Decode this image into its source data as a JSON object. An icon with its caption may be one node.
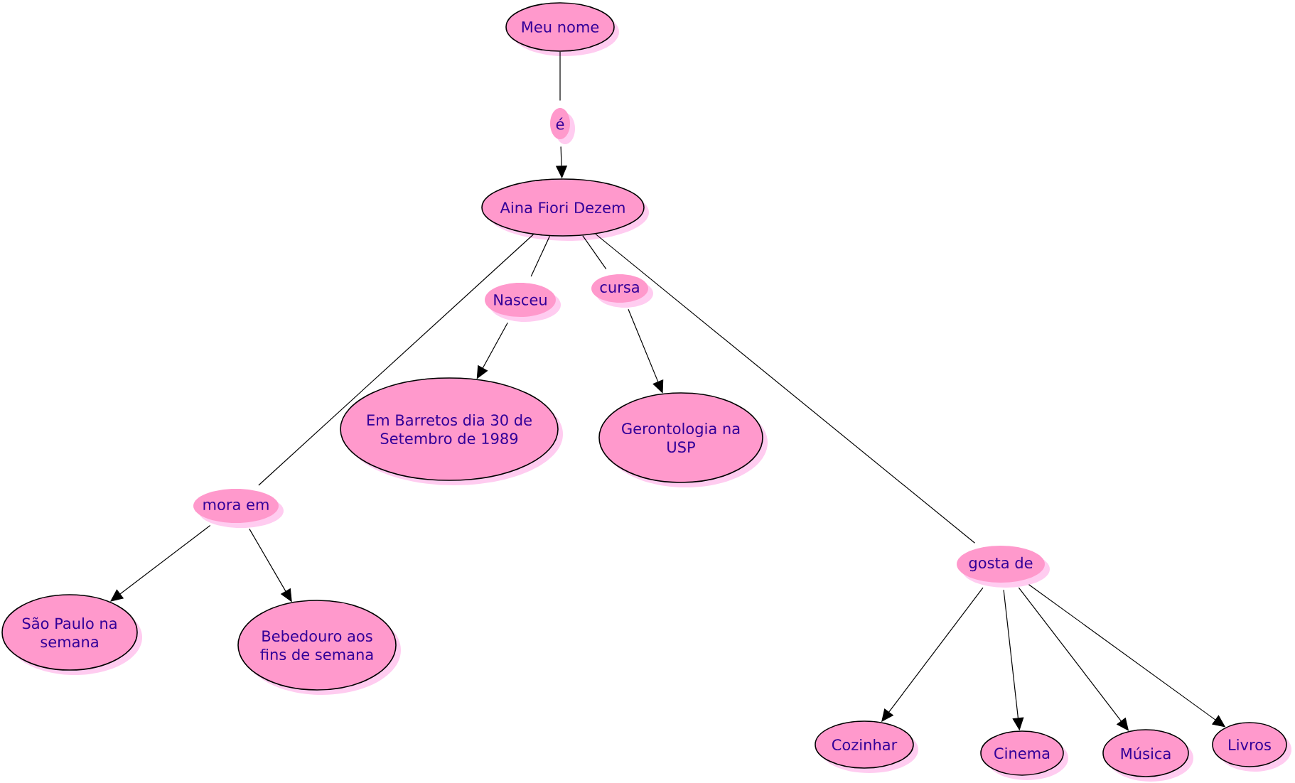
{
  "diagram": {
    "nodes": [
      {
        "text": [
          "Meu nome"
        ]
      },
      {
        "text": [
          "é"
        ]
      },
      {
        "text": [
          "Aina Fiori Dezem"
        ]
      },
      {
        "text": [
          "Nasceu"
        ]
      },
      {
        "text": [
          "cursa"
        ]
      },
      {
        "text": [
          "Em Barretos dia 30 de Setembro de 1989"
        ]
      },
      {
        "text": [
          "Gerontologia na USP"
        ]
      },
      {
        "text": [
          "mora em"
        ]
      },
      {
        "text": [
          "São Paulo na semana"
        ]
      },
      {
        "text": [
          "Bebedouro aos fins de semana"
        ]
      },
      {
        "text": [
          "gosta de"
        ]
      },
      {
        "text": [
          "Cozinhar"
        ]
      },
      {
        "text": [
          "Cinema"
        ]
      },
      {
        "text": [
          "Música"
        ]
      },
      {
        "text": [
          "Livros"
        ]
      }
    ],
    "edges": [
      {
        "from": 0,
        "to": 1,
        "arrow": "none"
      },
      {
        "from": 1,
        "to": 2,
        "arrow": "to"
      },
      {
        "from": 2,
        "to": 3,
        "arrow": "none"
      },
      {
        "from": 3,
        "to": 5,
        "arrow": "to"
      },
      {
        "from": 2,
        "to": 4,
        "arrow": "none"
      },
      {
        "from": 4,
        "to": 6,
        "arrow": "to"
      },
      {
        "from": 2,
        "to": 7,
        "arrow": "none"
      },
      {
        "from": 7,
        "to": 8,
        "arrow": "to"
      },
      {
        "from": 7,
        "to": 9,
        "arrow": "to"
      },
      {
        "from": 2,
        "to": 10,
        "arrow": "none"
      },
      {
        "from": 10,
        "to": 11,
        "arrow": "to"
      },
      {
        "from": 10,
        "to": 12,
        "arrow": "to"
      },
      {
        "from": 10,
        "to": 13,
        "arrow": "to"
      },
      {
        "from": 10,
        "to": 14,
        "arrow": "to"
      }
    ]
  }
}
